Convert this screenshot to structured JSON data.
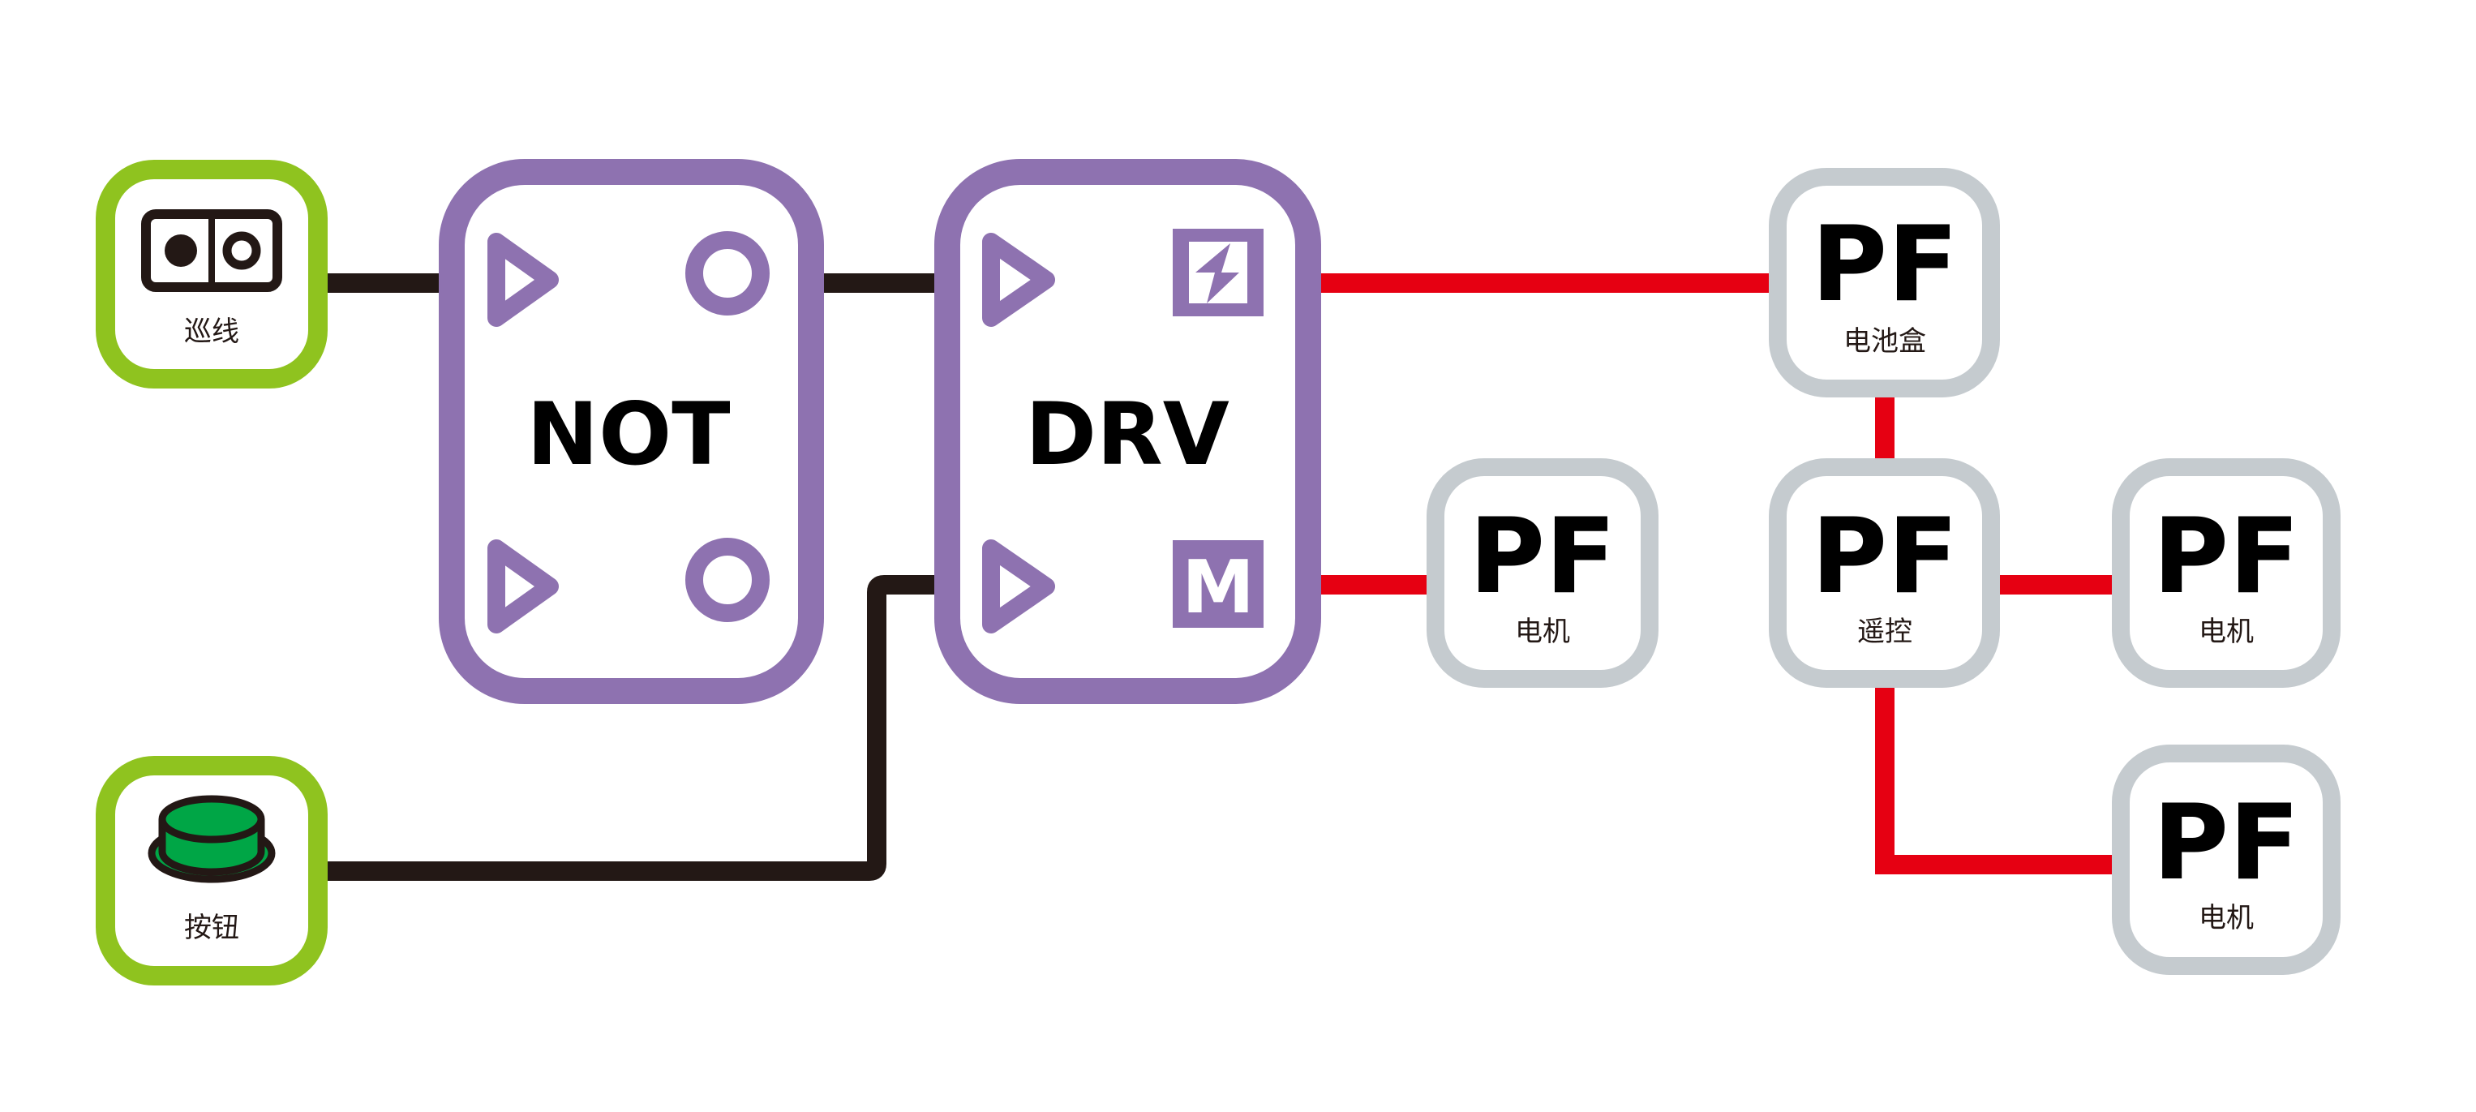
{
  "diagram": {
    "colors": {
      "sensor_border": "#8fc31f",
      "logic_border": "#8e72b0",
      "pf_border": "#c5cbcf",
      "signal_wire": "#231815",
      "power_wire": "#e60012",
      "button_green": "#00a646",
      "text": "#000000"
    },
    "nodes": {
      "line_sensor": {
        "icon": "line-sensor-icon",
        "label": "巡线"
      },
      "button": {
        "icon": "push-button-icon",
        "label": "按钮"
      },
      "not_block": {
        "title": "NOT",
        "inputs": [
          "triangle-input-icon",
          "triangle-input-icon"
        ],
        "outputs": [
          "circle-output-icon",
          "circle-output-icon"
        ]
      },
      "drv_block": {
        "title": "DRV",
        "inputs": [
          "triangle-input-icon",
          "triangle-input-icon"
        ],
        "power_port_icon": "lightning-icon",
        "motor_port_label": "M"
      },
      "pf_battery": {
        "title": "PF",
        "label": "电池盒"
      },
      "pf_motor_a": {
        "title": "PF",
        "label": "电机"
      },
      "pf_remote": {
        "title": "PF",
        "label": "遥控"
      },
      "pf_motor_b": {
        "title": "PF",
        "label": "电机"
      },
      "pf_motor_c": {
        "title": "PF",
        "label": "电机"
      }
    },
    "connections": [
      {
        "from": "line_sensor",
        "to": "not_block.input_1",
        "type": "signal"
      },
      {
        "from": "not_block.output_1",
        "to": "drv_block.input_1",
        "type": "signal"
      },
      {
        "from": "button",
        "to": "drv_block.input_2",
        "type": "signal"
      },
      {
        "from": "drv_block.power",
        "to": "pf_battery",
        "type": "power"
      },
      {
        "from": "drv_block.motor",
        "to": "pf_motor_a",
        "type": "power"
      },
      {
        "from": "pf_battery",
        "to": "pf_remote",
        "type": "power"
      },
      {
        "from": "pf_remote",
        "to": "pf_motor_b",
        "type": "power"
      },
      {
        "from": "pf_remote",
        "to": "pf_motor_c",
        "type": "power"
      }
    ]
  }
}
